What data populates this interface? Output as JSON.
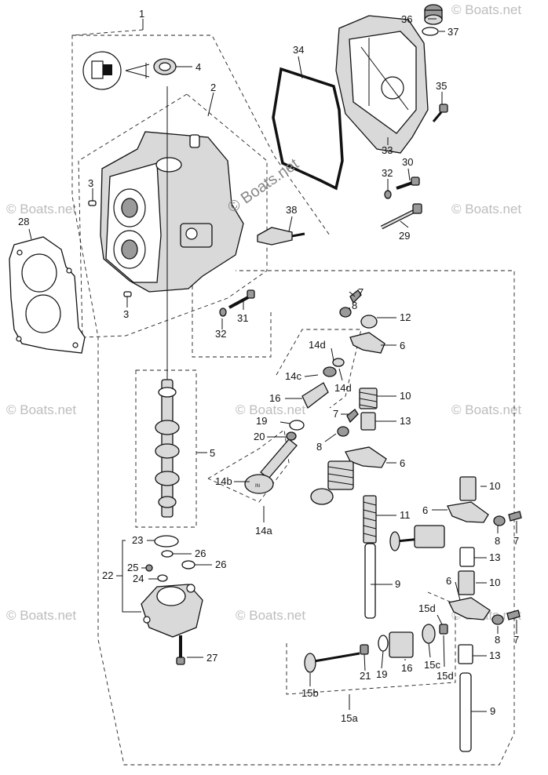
{
  "callouts": {
    "c1": "1",
    "c2": "2",
    "c3a": "3",
    "c3b": "3",
    "c4": "4",
    "c5": "5",
    "c6a": "6",
    "c6b": "6",
    "c6c": "6",
    "c6d": "6",
    "c7a": "7",
    "c7b": "7",
    "c7c": "7",
    "c7d": "7",
    "c8a": "8",
    "c8b": "8",
    "c8c": "8",
    "c8d": "8",
    "c9a": "9",
    "c9b": "9",
    "c10a": "10",
    "c10b": "10",
    "c10c": "10",
    "c11": "11",
    "c12": "12",
    "c13a": "13",
    "c13b": "13",
    "c13c": "13",
    "c14a": "14a",
    "c14b": "14b",
    "c14c": "14c",
    "c14d1": "14d",
    "c14d2": "14d",
    "c15a": "15a",
    "c15b": "15b",
    "c15c": "15c",
    "c15d1": "15d",
    "c15d2": "15d",
    "c16a": "16",
    "c16b": "16",
    "c19a": "19",
    "c19b": "19",
    "c20": "20",
    "c21": "21",
    "c22": "22",
    "c23": "23",
    "c24": "24",
    "c25": "25",
    "c26a": "26",
    "c26b": "26",
    "c27": "27",
    "c28": "28",
    "c29": "29",
    "c30": "30",
    "c31": "31",
    "c32a": "32",
    "c32b": "32",
    "c33": "33",
    "c34": "34",
    "c35": "35",
    "c36": "36",
    "c37": "37",
    "c38": "38"
  },
  "valve_marks": {
    "intake": "IN"
  },
  "watermarks": {
    "center": "© Boats.net",
    "tile": "© Boats.net"
  }
}
